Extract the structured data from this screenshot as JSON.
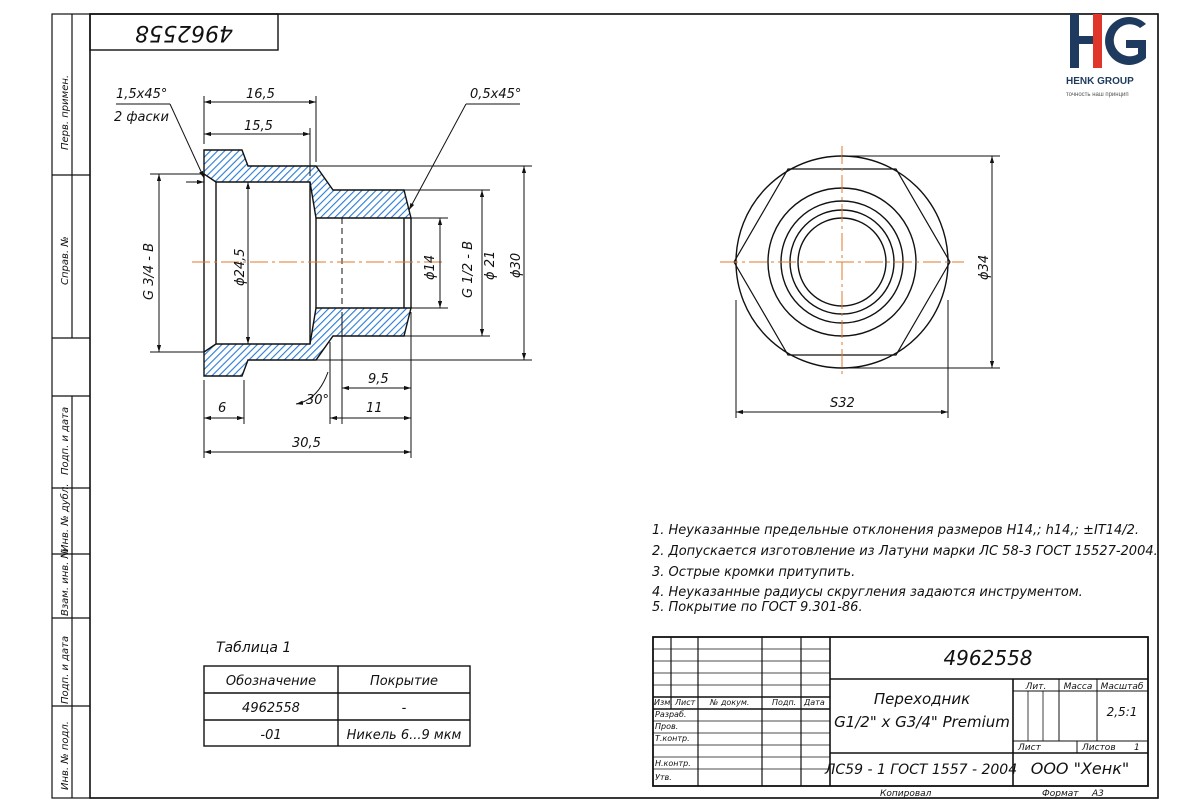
{
  "drawing_number": "4962558",
  "logo": {
    "brand": "HENK GROUP",
    "tagline": "точность наш принцип",
    "mark": "HG"
  },
  "side_stamp": [
    "Перв. примен.",
    "Справ. №",
    "Подп. и дата",
    "Инв. № дубл.",
    "Взам. инв. №",
    "Подп. и дата",
    "Инв. № подл."
  ],
  "dimensions": {
    "chamfer1": "1,5x45°",
    "chamfer1_note": "2 фаски",
    "len_16_5": "16,5",
    "len_15_5": "15,5",
    "chamfer2": "0,5x45°",
    "thread_big": "G 3/4 - B",
    "dia_24_5": "ϕ24,5",
    "dia_14": "ϕ14",
    "thread_small": "G 1/2 - B",
    "dia_21": "ϕ 21",
    "dia_30": "ϕ30",
    "len_9_5": "9,5",
    "angle_30": "30°",
    "len_6": "6",
    "len_11": "11",
    "len_30_5": "30,5",
    "dia_34": "ϕ34",
    "across_flats": "S32"
  },
  "notes": [
    "1. Неуказанные предельные отклонения размеров H14,; h14,; ±IT14/2.",
    "2. Допускается изготовление из Латуни марки ЛС 58-3 ГОСТ 15527-2004.",
    "3. Острые кромки притупить.",
    "4. Неуказанные радиусы скругления задаются инструментом.",
    "5. Покрытие по ГОСТ 9.301-86."
  ],
  "table": {
    "title": "Таблица 1",
    "headers": [
      "Обозначение",
      "Покрытие"
    ],
    "rows": [
      [
        "4962558",
        "-"
      ],
      [
        "-01",
        "Никель 6...9 мкм"
      ]
    ]
  },
  "title_block": {
    "doc_number": "4962558",
    "col_headers": [
      "Изм.",
      "Лист",
      "№ докум.",
      "Подп.",
      "Дата"
    ],
    "row_labels": [
      "Разраб.",
      "Пров.",
      "Т.контр.",
      "Н.контр.",
      "Утв."
    ],
    "part_name_line1": "Переходник",
    "part_name_line2": "G1/2\" x G3/4\" Premium",
    "lit_label": "Лит.",
    "mass_label": "Масса",
    "scale_label": "Масштаб",
    "scale_value": "2,5:1",
    "sheet_label": "Лист",
    "sheets_label": "Листов",
    "sheets_value": "1",
    "material": "ЛС59 - 1 ГОСТ 1557 - 2004",
    "company": "ООО \"Хенк\"",
    "copied_label": "Копировал",
    "format_label": "Формат",
    "format_value": "А3"
  },
  "colors": {
    "hatch": "#2a7bd6",
    "axis": "#e07a2e",
    "line": "#111111",
    "logo_blue": "#1e3a5f",
    "logo_red": "#e0352b"
  }
}
